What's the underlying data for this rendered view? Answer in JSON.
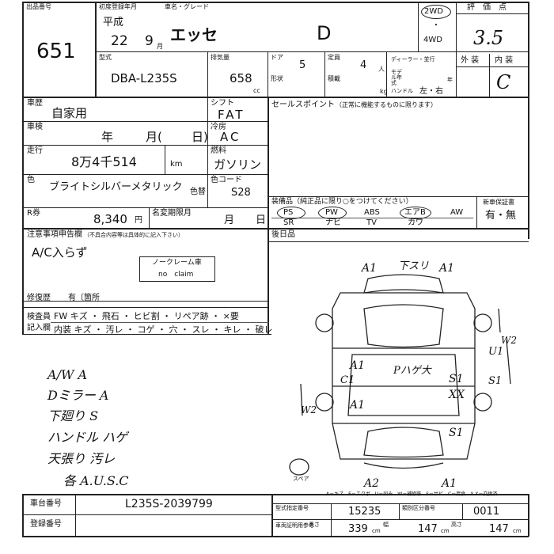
{
  "header": {
    "lot_label": "出品番号",
    "lot_number": "651",
    "first_reg_label": "初度登録年月",
    "car_grade_label": "車名・グレード",
    "era": "平成",
    "year": "22",
    "month": "9",
    "month_unit": "月",
    "car_name": "エッセ",
    "grade": "D",
    "drive_2wd": "2WD",
    "drive_dot": "・",
    "drive_4wd": "4WD",
    "score_label": "評　価　点",
    "score": "3.5",
    "exterior_label": "外 装",
    "interior_label": "内 装",
    "interior_grade": "C"
  },
  "spec": {
    "model_label": "型式",
    "model": "DBA-L235S",
    "displacement_label": "排気量",
    "displacement": "658",
    "cc_unit": "cc",
    "doors_label": "ドア",
    "doors": "5",
    "capacity_label": "定員",
    "capacity": "4",
    "person_unit": "人",
    "shape_label": "形状",
    "load_label": "積載",
    "kg_unit": "kg",
    "dealer_label": "ディーラー・並行",
    "model_year_label": "モデル年式",
    "year_unit": "年",
    "handle_label": "ハンドル",
    "handle_value": "左・右"
  },
  "history": {
    "usage_label": "車歴",
    "usage": "自家用",
    "shift_label": "シフト",
    "shift": "FAT",
    "inspection_label": "車検",
    "inspection_year": "年",
    "inspection_month": "月(",
    "inspection_day": "日)",
    "ac_label": "冷房",
    "ac": "AC",
    "mileage_label": "走行",
    "mileage": "8万4千514",
    "km_unit": "km",
    "fuel_label": "燃料",
    "fuel": "ガソリン",
    "color_label": "色",
    "color": "ブライトシルバーメタリック",
    "color_change_label": "色替",
    "color_code_label": "色コード",
    "color_code": "S28",
    "recycle_label": "R券",
    "recycle_amount": "8,340",
    "yen_unit": "円",
    "tax_label": "名変期限月",
    "tax_month": "月",
    "tax_day": "日"
  },
  "sales_point": {
    "label": "セールスポイント",
    "note": "（正常に機能するものに限ります）"
  },
  "equipment": {
    "label": "装備品（純正品に限り○をつけてください）",
    "warranty_label": "新車保証書",
    "row1": [
      "PS",
      "PW",
      "ABS",
      "エアB",
      "AW"
    ],
    "row2": [
      "SR",
      "ナビ",
      "TV",
      "カワ"
    ],
    "warranty_value": "有・無"
  },
  "notes": {
    "label": "注意事項申告欄",
    "small": "（不具合内容等は具体的に記入下さい）",
    "text": "A/C入らず",
    "no_claim_jp": "ノークレーム車",
    "no_claim_en": "no　claim",
    "repair_label": "修復歴",
    "repair_value": "有〔箇所",
    "rear_label": "後日品"
  },
  "inspector": {
    "label1": "検査員",
    "label2": "記入欄",
    "line1": "FW キズ ・ 飛石 ・ ヒビ割 ・ リペア跡 ・ ×要",
    "line2": "内装 キズ ・ 汚レ ・ コゲ ・ 穴 ・ スレ ・ キレ ・ 破レ"
  },
  "handwritten": [
    "A/W A",
    "Dミラー A",
    "下廻り S",
    "ハンドル ハゲ",
    "天張り 汚レ",
    "各 A.U.S.C"
  ],
  "diagram": {
    "marks": [
      "A1",
      "下スリ",
      "A1",
      "A1",
      "C1",
      "Pハゲ大",
      "S1",
      "XX",
      "A1",
      "S1",
      "U1",
      "S1",
      "W2",
      "W2",
      "A2",
      "A1"
    ],
    "spare_label": "スペア",
    "legend": "A－キズ　E－エクボ　U－凹み　W－補修跡　S－サビ　C－腐食　X X－交換済"
  },
  "footer": {
    "chassis_label": "車台番号",
    "chassis": "L235S-2039799",
    "reg_label": "登録番号",
    "type_no_label": "型式指定番号",
    "type_no": "15235",
    "category_label": "類別区分番号",
    "category": "0011",
    "cert_label": "車両証明用参考",
    "length_label": "長さ",
    "length": "339",
    "cm1": "cm",
    "width_label": "幅",
    "width": "147",
    "cm2": "cm",
    "height_label": "高さ",
    "height": "147",
    "cm3": "cm"
  }
}
